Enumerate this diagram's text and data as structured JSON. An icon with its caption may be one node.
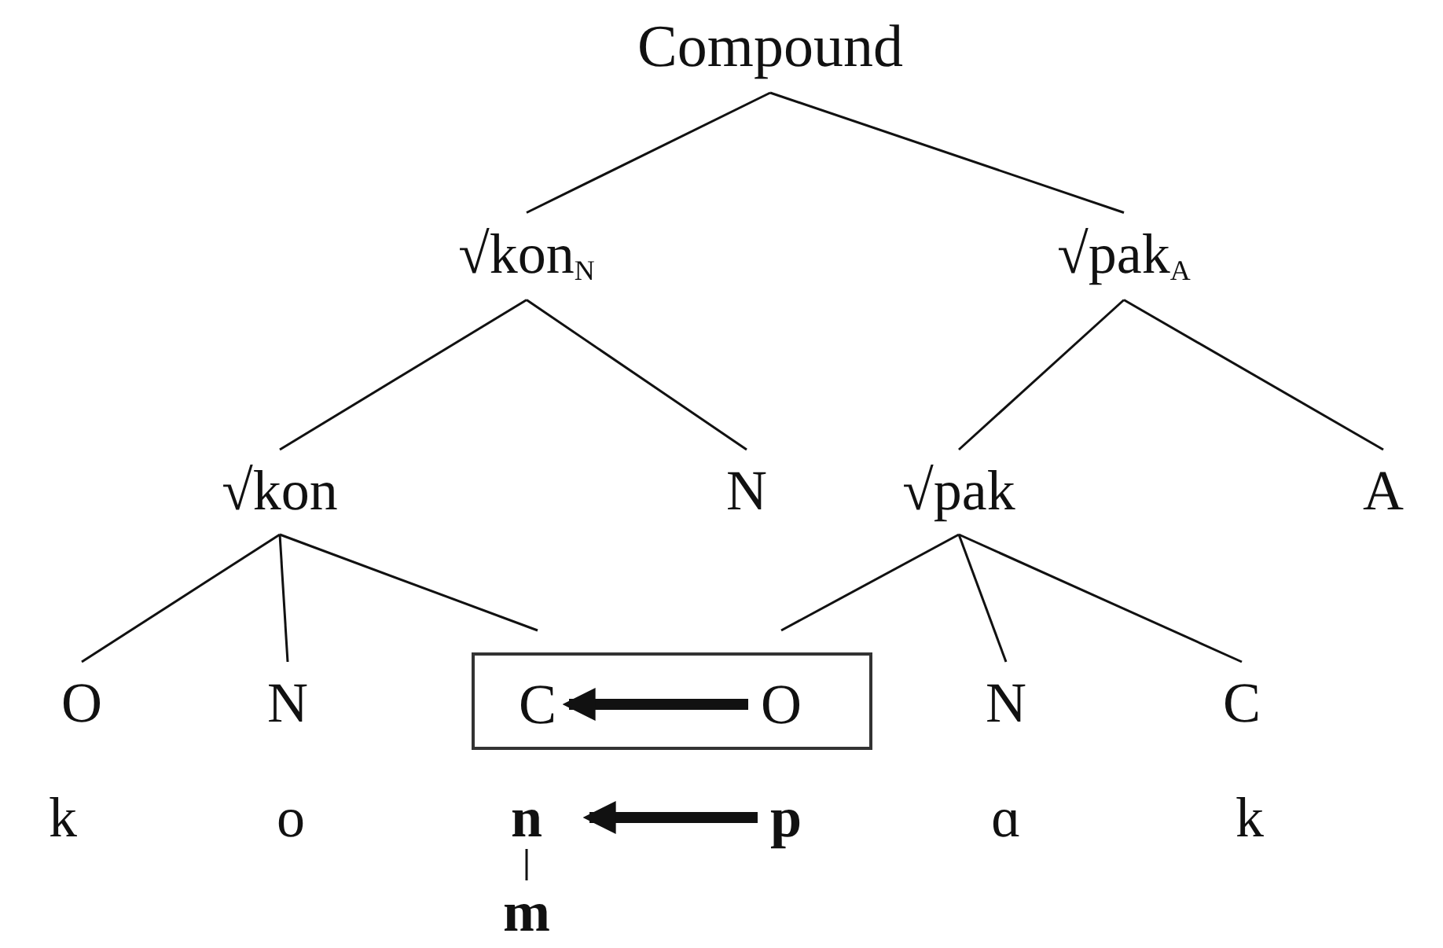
{
  "diagram": {
    "nodes": [
      {
        "text": [
          "Compound"
        ]
      },
      {
        "text": [
          "√kon$_{N}$"
        ]
      },
      {
        "text": [
          "√pak$_{A}$"
        ]
      },
      {
        "text": [
          "√kon"
        ]
      },
      {
        "text": [
          "N"
        ]
      },
      {
        "text": [
          "√pak"
        ]
      },
      {
        "text": [
          "A"
        ]
      },
      {
        "text": [
          "O"
        ]
      },
      {
        "text": [
          "N"
        ]
      },
      {
        "text": [],
        "shape": "box"
      },
      {
        "text": [
          "C"
        ],
        "in": 9
      },
      {
        "text": [
          "O"
        ],
        "in": 9
      },
      {
        "text": [
          "N"
        ]
      },
      {
        "text": [
          "C"
        ]
      },
      {
        "text": [
          "k"
        ]
      },
      {
        "text": [
          "o"
        ]
      },
      {
        "text": [
          "n"
        ]
      },
      {
        "text": [
          "p"
        ]
      },
      {
        "text": [
          "ɑ"
        ]
      },
      {
        "text": [
          "k"
        ]
      },
      {
        "text": [
          "m"
        ]
      }
    ],
    "edges": [
      {
        "from": 0,
        "to": 1,
        "arrow": "none"
      },
      {
        "from": 0,
        "to": 2,
        "arrow": "none"
      },
      {
        "from": 1,
        "to": 3,
        "arrow": "none"
      },
      {
        "from": 1,
        "to": 4,
        "arrow": "none"
      },
      {
        "from": 2,
        "to": 5,
        "arrow": "none"
      },
      {
        "from": 2,
        "to": 6,
        "arrow": "none"
      },
      {
        "from": 3,
        "to": 7,
        "arrow": "none"
      },
      {
        "from": 3,
        "to": 8,
        "arrow": "none"
      },
      {
        "from": 3,
        "to": 10,
        "arrow": "none"
      },
      {
        "from": 5,
        "to": 11,
        "arrow": "none"
      },
      {
        "from": 5,
        "to": 12,
        "arrow": "none"
      },
      {
        "from": 5,
        "to": 13,
        "arrow": "none"
      },
      {
        "from": 11,
        "to": 10,
        "arrow": "to",
        "style": "thick"
      },
      {
        "from": 17,
        "to": 16,
        "arrow": "to",
        "style": "thick"
      },
      {
        "from": 16,
        "to": 20,
        "arrow": "none"
      }
    ]
  }
}
